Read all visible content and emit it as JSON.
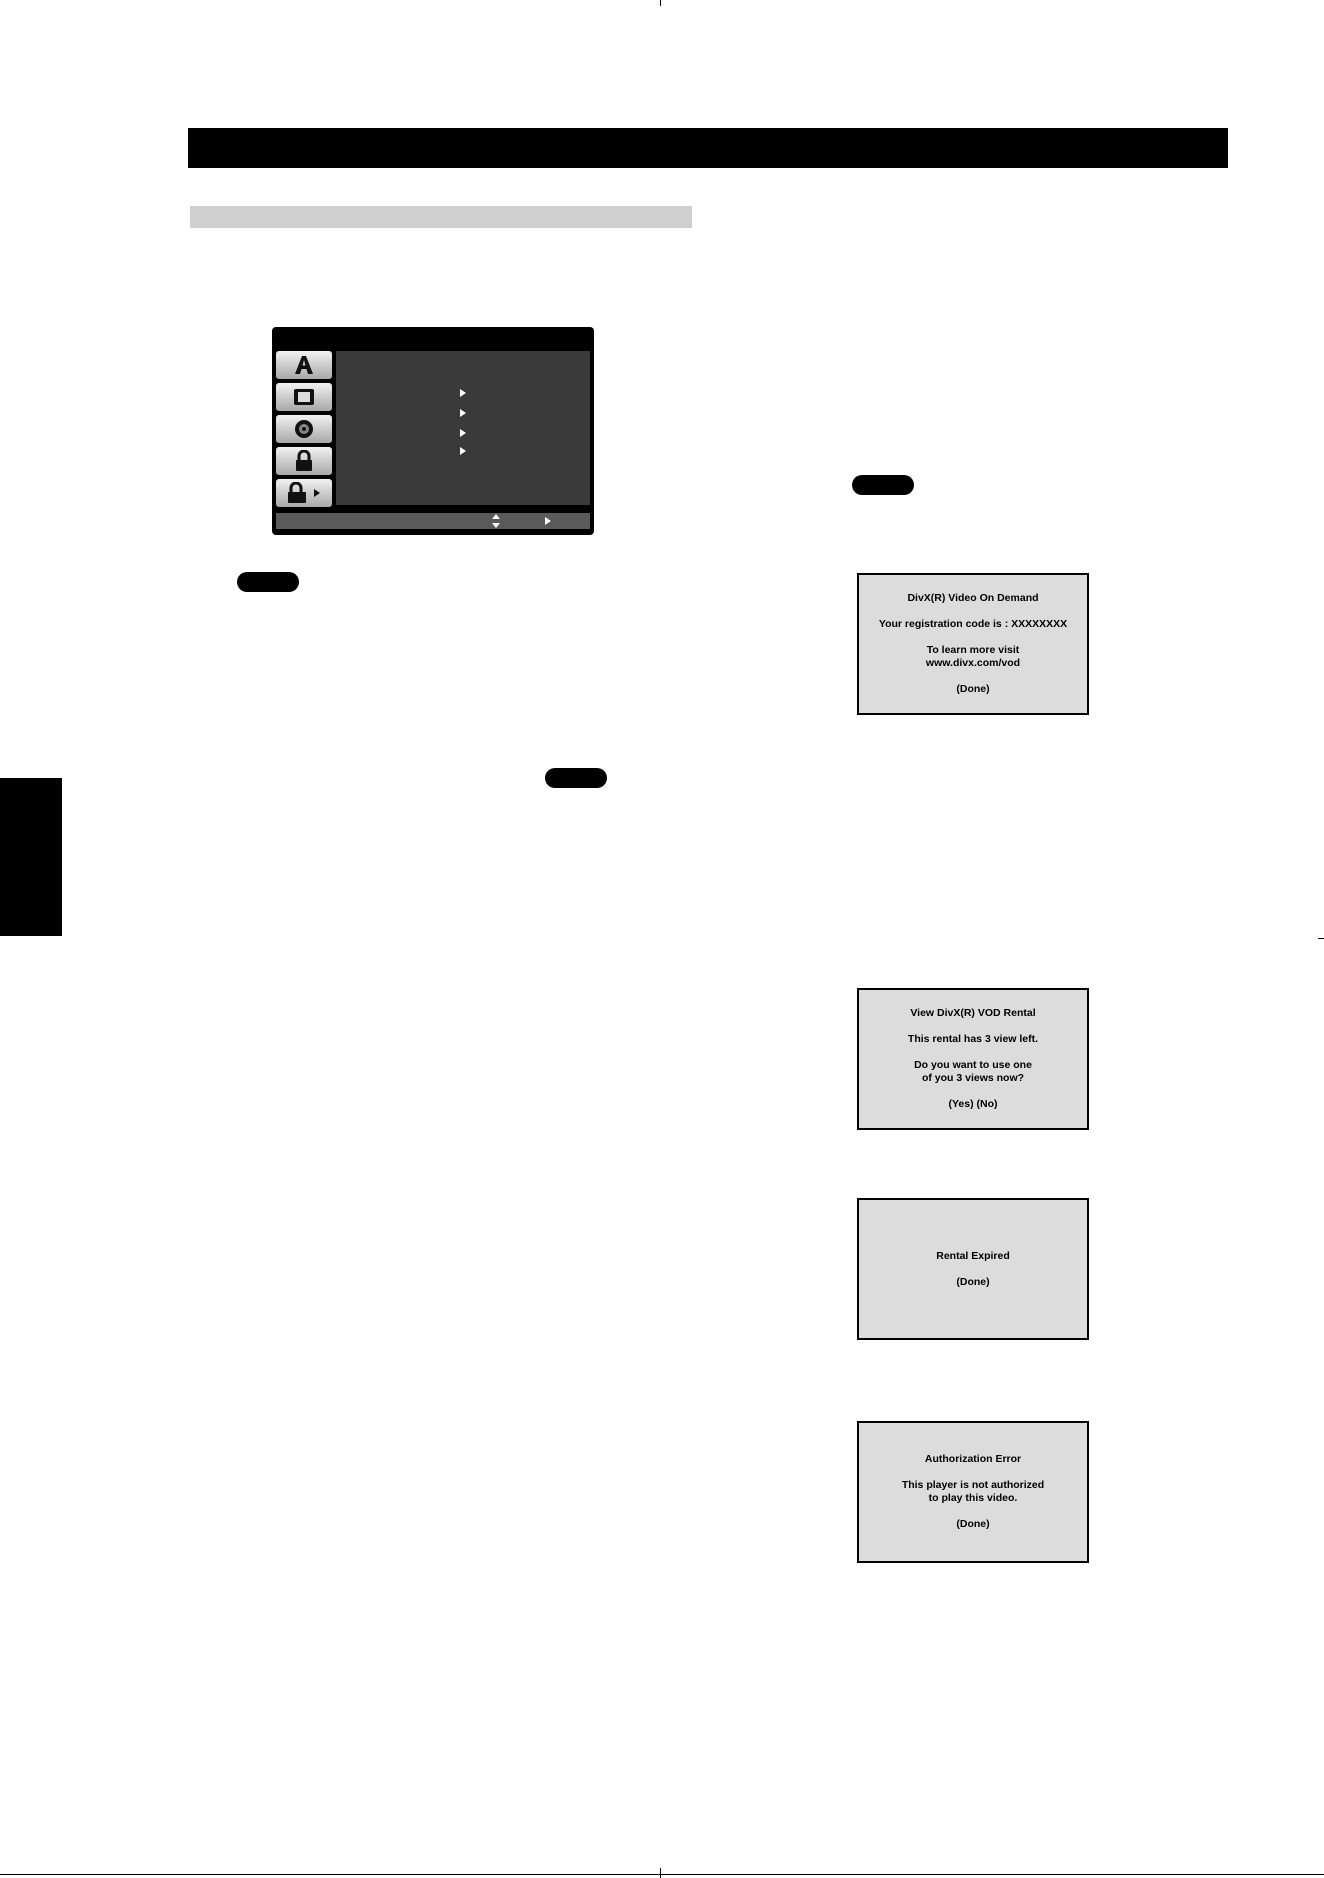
{
  "dialogs": {
    "registration": {
      "title": "DivX(R) Video On Demand",
      "code_line": "Your registration code is : XXXXXXXX",
      "learn_line1": "To learn more visit",
      "learn_line2": "www.divx.com/vod",
      "action": "(Done)"
    },
    "rental": {
      "title": "View DivX(R) VOD Rental",
      "views_left": "This rental has 3 view left.",
      "question_line1": "Do you want to use one",
      "question_line2": "of you 3 views now?",
      "action": "(Yes) (No)"
    },
    "expired": {
      "title": "Rental Expired",
      "action": "(Done)"
    },
    "auth_error": {
      "title": "Authorization Error",
      "message_line1": "This player is not authorized",
      "message_line2": "to play this video.",
      "action": "(Done)"
    }
  },
  "setup_menu": {
    "tabs": [
      "language-icon",
      "display-icon",
      "audio-icon",
      "lock-icon",
      "others-icon"
    ],
    "submenu_arrows": 4,
    "footer_icons": [
      "up-down-arrow-icon",
      "right-arrow-icon"
    ],
    "colors": {
      "frame": "#000000",
      "panel": "#3a3a3a",
      "footer": "#5a5a5a"
    }
  },
  "colors": {
    "header_bar": "#000000",
    "sub_bar": "#cfcfcf",
    "dialog_bg": "#dcdcdc"
  }
}
